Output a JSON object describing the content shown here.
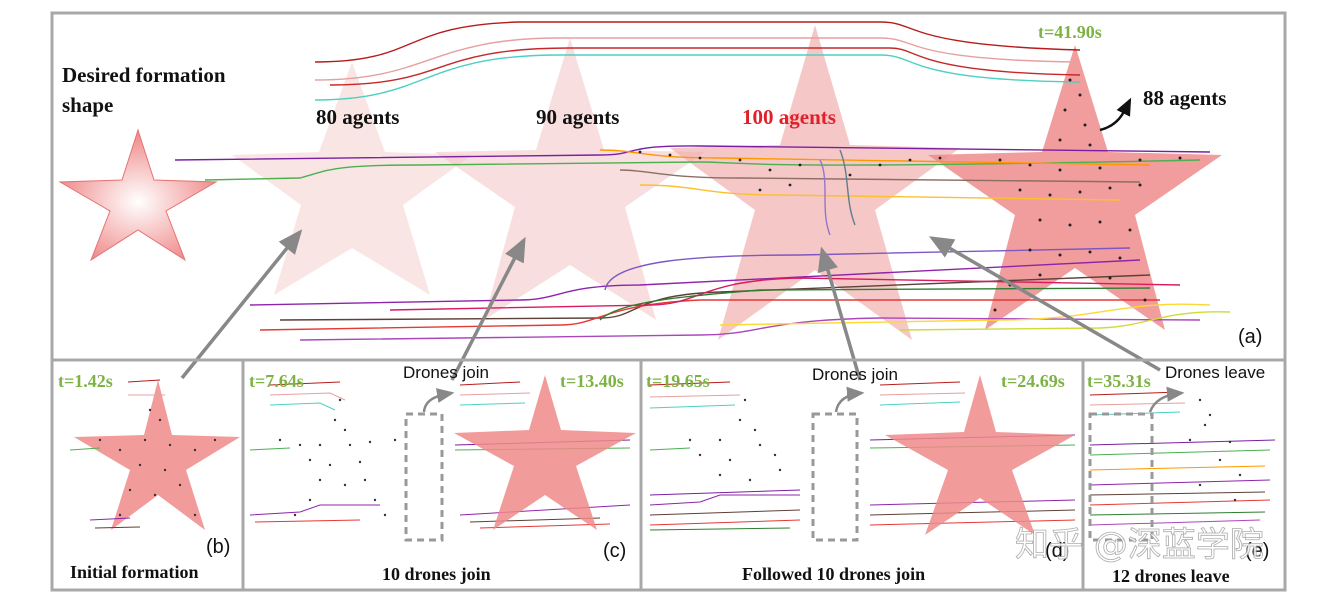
{
  "panel_a": {
    "desired_formation_line1": "Desired formation",
    "desired_formation_line2": "shape",
    "label_80": "80 agents",
    "label_90": "90 agents",
    "label_100": "100 agents",
    "label_88": "88 agents",
    "time": "t=41.90s",
    "panel_letter": "(a)"
  },
  "panel_b": {
    "time": "t=1.42s",
    "panel_letter": "(b)",
    "caption": "Initial formation"
  },
  "panel_c": {
    "time_left": "t=7.64s",
    "time_right": "t=13.40s",
    "annotation": "Drones join",
    "panel_letter": "(c)",
    "caption": "10 drones join"
  },
  "panel_d": {
    "time_left": "t=19.65s",
    "time_right": "t=24.69s",
    "annotation": "Drones join",
    "panel_letter": "(d)",
    "caption": "Followed 10 drones join"
  },
  "panel_e": {
    "time": "t=35.31s",
    "annotation": "Drones leave",
    "panel_letter": "(e)",
    "caption": "12 drones leave"
  },
  "watermark": "知乎 @深蓝学院",
  "colors": {
    "time_green": "#7cb342",
    "red_label": "#e0202a",
    "star_pink": "#f08a8a",
    "frame_gray": "#a8a8a8"
  }
}
